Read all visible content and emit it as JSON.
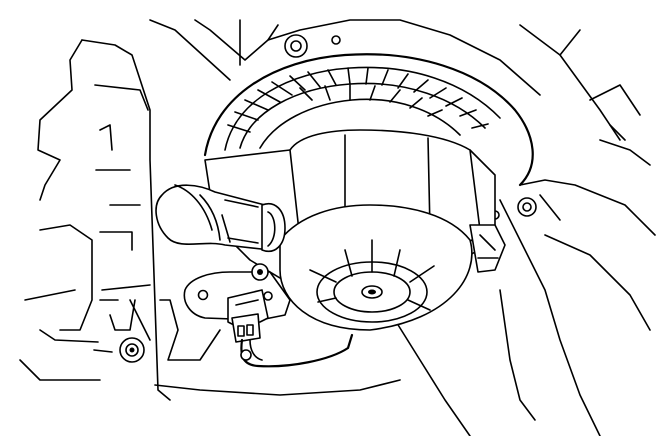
{
  "figure": {
    "kind": "line-art",
    "colors": {
      "ink": "#000000",
      "paper": "#ffffff"
    },
    "parts": [
      "housing-frame",
      "blower-fan-cage",
      "blower-motor",
      "motor-end-cap",
      "air-duct-hose",
      "mounting-bracket",
      "electrical-connector",
      "wire-harness",
      "mounting-bolt"
    ]
  }
}
